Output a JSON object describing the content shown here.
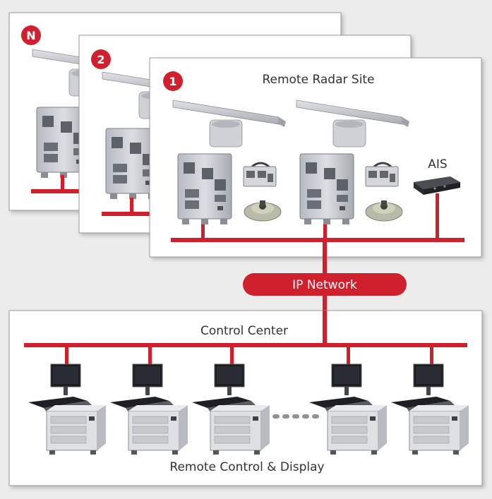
{
  "panels": {
    "site_n": {
      "badge": "N"
    },
    "site_2": {
      "badge": "2"
    },
    "site_1": {
      "badge": "1",
      "title": "Remote Radar Site",
      "ais_label": "AIS"
    }
  },
  "network": {
    "label": "IP Network"
  },
  "control_center": {
    "title": "Control Center",
    "footer": "Remote Control & Display",
    "console_count": 5
  },
  "colors": {
    "accent": "#d0202e",
    "panel_bg": "#ffffff",
    "panel_border": "#9a9a9a",
    "page_bg": "#ececec",
    "equipment": "#c9cbd0",
    "text": "#333333"
  },
  "icons": [
    "radar-antenna-icon",
    "transceiver-cabinet-icon",
    "junction-box-icon",
    "gyro-unit-icon",
    "ais-transponder-icon",
    "operator-console-icon",
    "ellipsis-dots-icon"
  ]
}
